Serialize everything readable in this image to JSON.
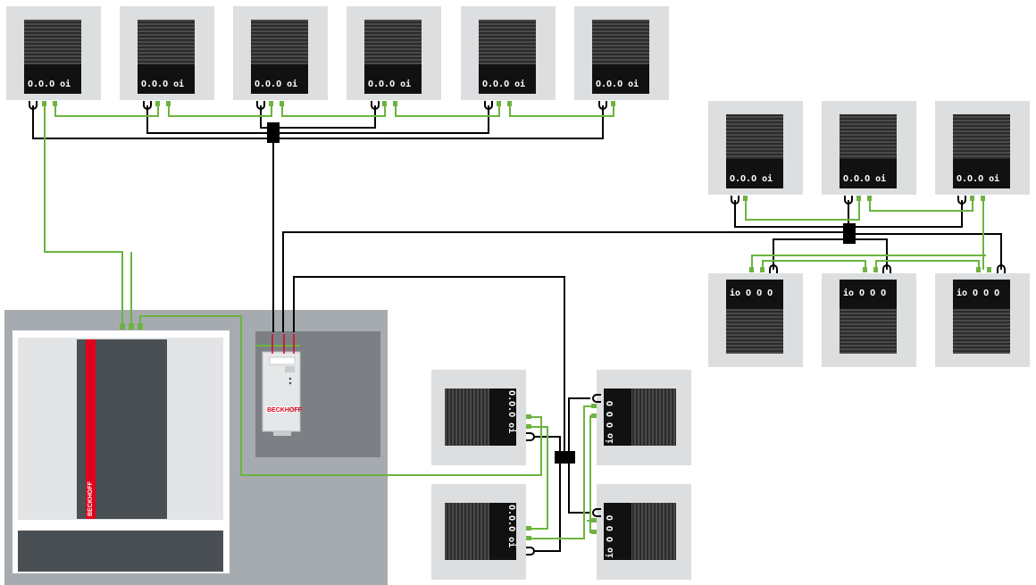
{
  "diagram": {
    "colors": {
      "background": "#ffffff",
      "device_frame": "#dcdee0",
      "device_body": "#2b2b2b",
      "device_dark": "#111111",
      "cabinet_outer": "#a6abb0",
      "cabinet_inner": "#7c8085",
      "cabinet_panel": "#e2e4e6",
      "dark_block": "#4a4f54",
      "accent_red": "#e2001a",
      "green_cable": "#6cb43f",
      "black_cable": "#000000"
    },
    "power_supply": {
      "brand": "BECKHOFF"
    },
    "control_unit": {
      "side_label": "BECKHOFF"
    },
    "devices": {
      "port_label_horizontal": "O.O.O oi",
      "port_label_vertical": "io O O O",
      "icons": [
        "servo-drive-icon",
        "cable-connector-icon",
        "junction-box-icon"
      ]
    }
  }
}
